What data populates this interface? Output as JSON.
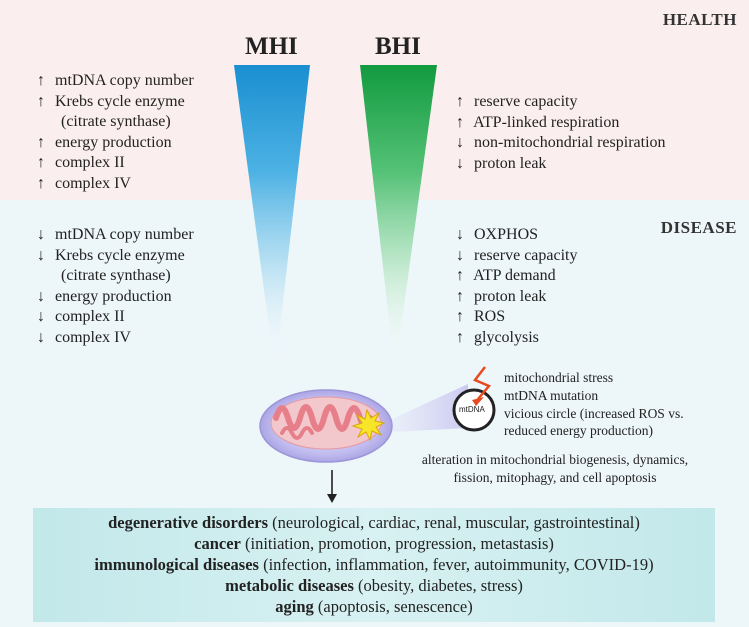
{
  "sections": {
    "health": "HEALTH",
    "disease": "DISEASE"
  },
  "indices": {
    "mhi": "MHI",
    "bhi": "BHI"
  },
  "mhi_health": [
    {
      "arrow": "↑",
      "text": "mtDNA copy number"
    },
    {
      "arrow": "↑",
      "text": "Krebs cycle enzyme"
    },
    {
      "arrow": "",
      "text": "(citrate synthase)"
    },
    {
      "arrow": "↑",
      "text": "energy production"
    },
    {
      "arrow": "↑",
      "text": "complex II"
    },
    {
      "arrow": "↑",
      "text": "complex IV"
    }
  ],
  "bhi_health": [
    {
      "arrow": "↑",
      "text": "reserve capacity"
    },
    {
      "arrow": "↑",
      "text": "ATP-linked respiration"
    },
    {
      "arrow": "↓",
      "text": "non-mitochondrial respiration"
    },
    {
      "arrow": "↓",
      "text": "proton leak"
    }
  ],
  "mhi_disease": [
    {
      "arrow": "↓",
      "text": "mtDNA copy number"
    },
    {
      "arrow": "↓",
      "text": "Krebs cycle enzyme"
    },
    {
      "arrow": "",
      "text": "(citrate synthase)"
    },
    {
      "arrow": "↓",
      "text": "energy production"
    },
    {
      "arrow": "↓",
      "text": "complex II"
    },
    {
      "arrow": "↓",
      "text": "complex IV"
    }
  ],
  "bhi_disease": [
    {
      "arrow": "↓",
      "text": "OXPHOS"
    },
    {
      "arrow": "↓",
      "text": "reserve capacity"
    },
    {
      "arrow": "↑",
      "text": "ATP demand"
    },
    {
      "arrow": "↑",
      "text": "proton leak"
    },
    {
      "arrow": "↑",
      "text": "ROS"
    },
    {
      "arrow": "↑",
      "text": "glycolysis"
    }
  ],
  "mtdna_label": "mtDNA",
  "stress_lines": [
    "mitochondrial stress",
    "mtDNA mutation",
    "vicious circle (increased ROS vs.",
    "reduced energy production)"
  ],
  "alteration_lines": [
    "alteration in mitochondrial biogenesis, dynamics,",
    "fission, mitophagy, and cell apoptosis"
  ],
  "outcomes": [
    {
      "bold": "degenerative disorders",
      "rest": " (neurological, cardiac, renal, muscular, gastrointestinal)"
    },
    {
      "bold": "cancer",
      "rest": " (initiation, promotion, progression, metastasis)"
    },
    {
      "bold": "immunological diseases",
      "rest": " (infection, inflammation, fever, autoimmunity, COVID-19)"
    },
    {
      "bold": "metabolic diseases",
      "rest": " (obesity, diabetes, stress)"
    },
    {
      "bold": "aging",
      "rest": " (apoptosis, senescence)"
    }
  ],
  "colors": {
    "health_band": "#fbeeee",
    "disease_band": "#edf6f9",
    "mhi_gradient": "#1f97d4",
    "bhi_gradient": "#1aa84a",
    "outcome_box": "#c9ecee",
    "mito_outer": "#b9b4ea",
    "cristae": "#ec8f97"
  }
}
